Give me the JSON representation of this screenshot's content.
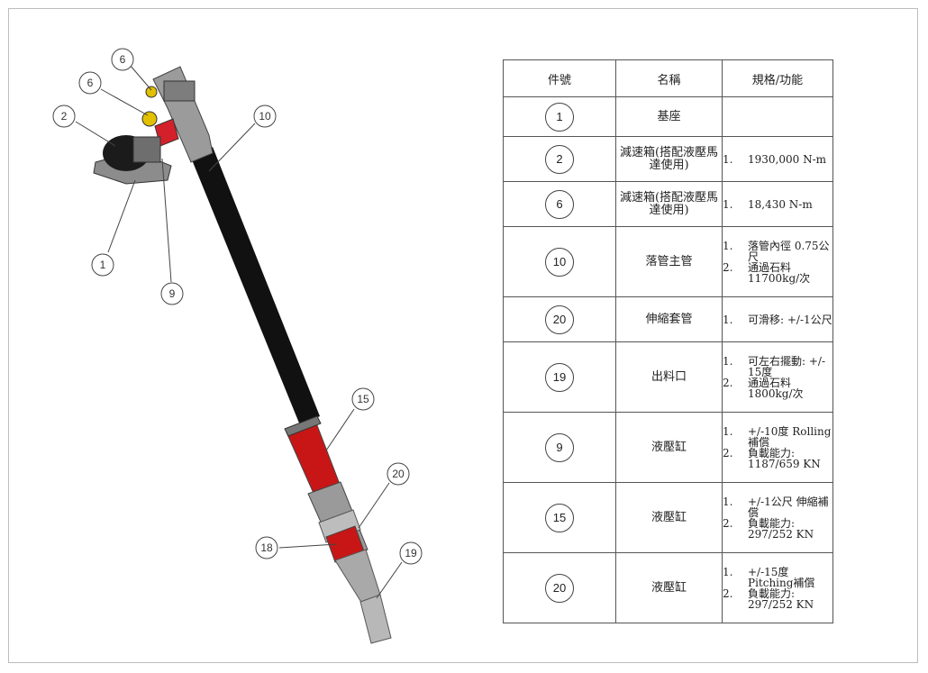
{
  "table": {
    "headers": {
      "no": "件號",
      "name": "名稱",
      "spec": "規格/功能"
    },
    "rows": [
      {
        "no": "1",
        "name": "基座",
        "spec": []
      },
      {
        "no": "2",
        "name": "減速箱(搭配液壓馬達使用)",
        "spec": [
          {
            "n": "1.",
            "t": "1930,000 N-m"
          }
        ]
      },
      {
        "no": "6",
        "name": "減速箱(搭配液壓馬達使用)",
        "spec": [
          {
            "n": "1.",
            "t": "18,430 N-m"
          }
        ]
      },
      {
        "no": "10",
        "name": "落管主管",
        "spec": [
          {
            "n": "1.",
            "t": "落管內徑 0.75公尺"
          },
          {
            "n": "2.",
            "t": "通過石料 11700kg/次"
          }
        ]
      },
      {
        "no": "20",
        "name": "伸縮套管",
        "spec": [
          {
            "n": "1.",
            "t": "可滑移: +/-1公尺"
          }
        ]
      },
      {
        "no": "19",
        "name": "出料口",
        "spec": [
          {
            "n": "1.",
            "t": "可左右擺動: +/- 15度"
          },
          {
            "n": "2.",
            "t": "通過石料 1800kg/次"
          }
        ]
      },
      {
        "no": "9",
        "name": "液壓缸",
        "spec": [
          {
            "n": "1.",
            "t": "+/-10度 Rolling補償"
          },
          {
            "n": "2.",
            "t": "負載能力: 1187/659 KN"
          }
        ]
      },
      {
        "no": "15",
        "name": "液壓缸",
        "spec": [
          {
            "n": "1.",
            "t": "+/-1公尺 伸縮補償"
          },
          {
            "n": "2.",
            "t": "負載能力: 297/252 KN"
          }
        ]
      },
      {
        "no": "20",
        "name": "液壓缸",
        "spec": [
          {
            "n": "1.",
            "t": "+/-15度 Pitching補償"
          },
          {
            "n": "2.",
            "t": "負載能力: 297/252 KN"
          }
        ]
      }
    ]
  },
  "callouts": {
    "c6a": "6",
    "c6b": "6",
    "c2": "2",
    "c10": "10",
    "c1": "1",
    "c9": "9",
    "c15": "15",
    "c20": "20",
    "c18": "18",
    "c19": "19"
  }
}
